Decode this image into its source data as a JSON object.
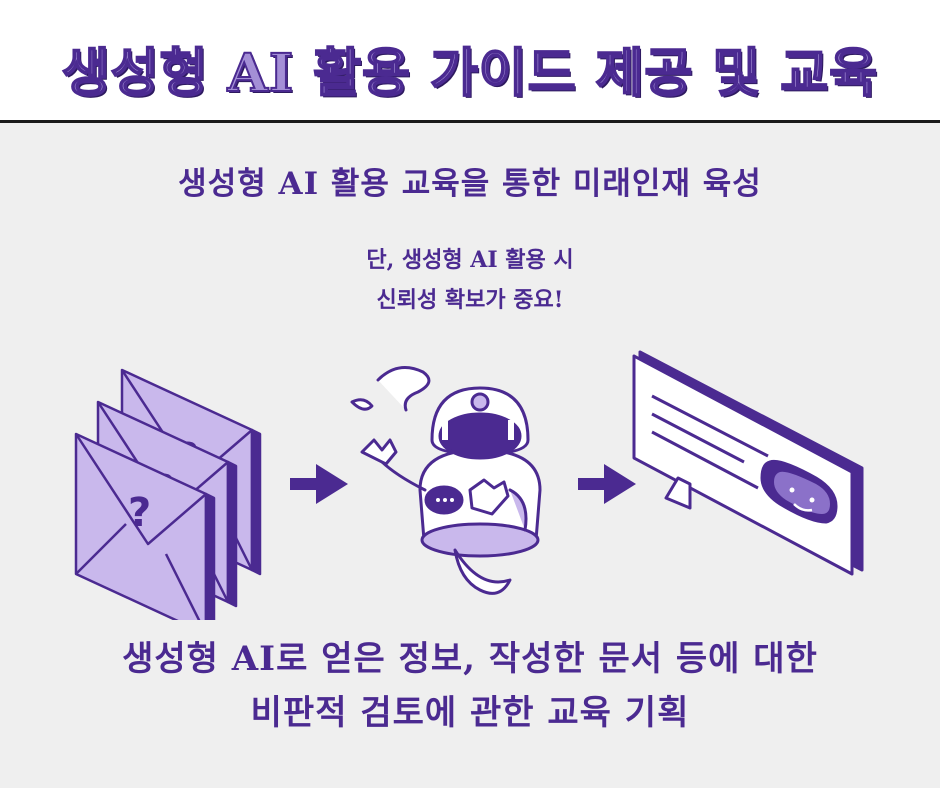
{
  "header": {
    "title": "생성형 AI 활용 가이드 제공 및 교육"
  },
  "subtitle": "생성형 AI 활용 교육을 통한 미래인재 육성",
  "note": {
    "line1": "단, 생성형 AI 활용 시",
    "line2": "신뢰성 확보가 중요!"
  },
  "footer": {
    "line1": "생성형 AI로 얻은 정보, 작성한 문서 등에 대한",
    "line2": "비판적 검토에 관한 교육 기획"
  },
  "icons": {
    "envelopes": "question-envelopes-icon",
    "arrow": "right-arrow-icon",
    "robot": "confused-robot-icon",
    "chat": "chat-bubble-icon"
  },
  "colors": {
    "primary": "#4b2a91",
    "light": "#c9b8ec",
    "background": "#efefef"
  }
}
